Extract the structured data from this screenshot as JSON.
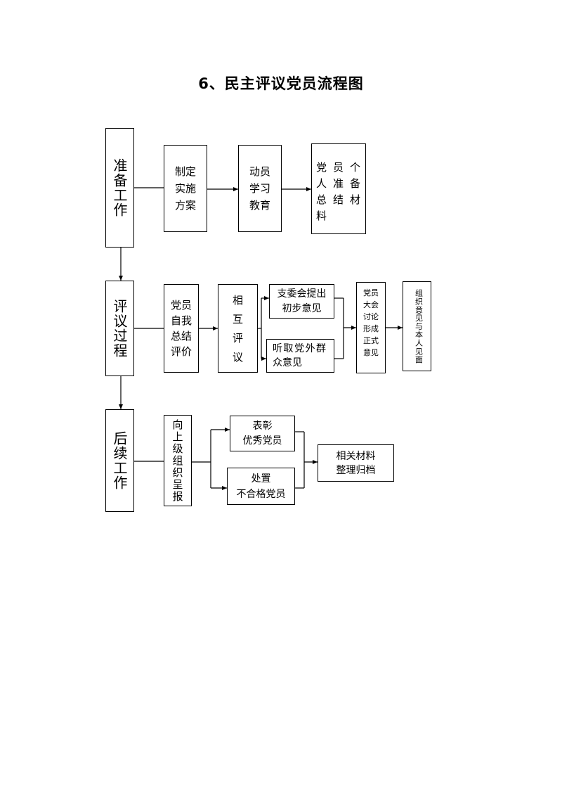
{
  "title": "6、民主评议党员流程图",
  "preparation": {
    "stage": "准备工作",
    "plan": [
      "制定",
      "实施",
      "方案"
    ],
    "mobilize": [
      "动员",
      "学习",
      "教育"
    ],
    "summary_materials": [
      "党员个",
      "人准备",
      "总结材",
      "料"
    ]
  },
  "review": {
    "stage": "评议过程",
    "self_summary": [
      "党员",
      "自我",
      "总结",
      "评价"
    ],
    "mutual": "相互评议",
    "committee_opinion": [
      "支委会提出",
      "初步意见"
    ],
    "mass_opinion": [
      "听取党外群",
      "众意见"
    ],
    "general_meeting": [
      "党员",
      "大会",
      "讨论",
      "形成",
      "正式",
      "意见"
    ],
    "meet_in_person": "组织意见与本人见面"
  },
  "followup": {
    "stage": "后续工作",
    "report": "向上级组织呈报",
    "commend": [
      "表彰",
      "优秀党员"
    ],
    "handle": [
      "处置",
      "不合格党员"
    ],
    "archive": [
      "相关材料",
      "整理归档"
    ]
  }
}
